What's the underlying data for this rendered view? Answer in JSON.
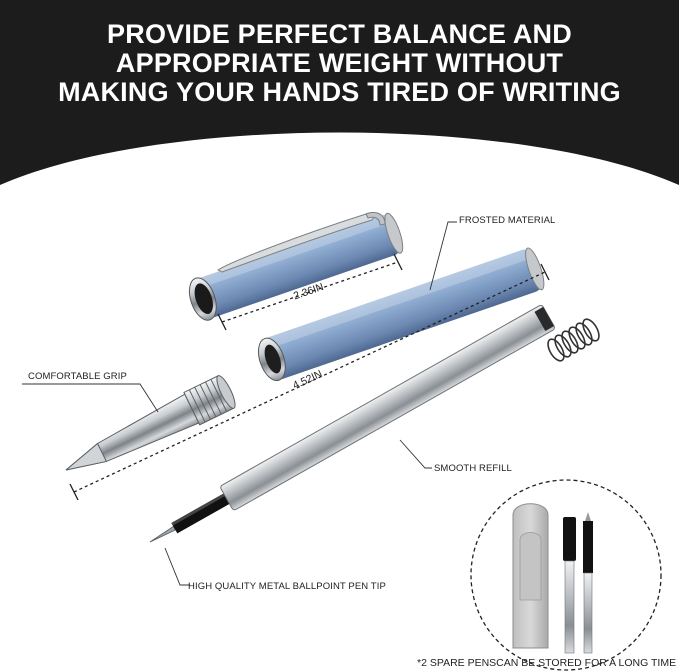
{
  "headline": {
    "line1": "PROVIDE PERFECT BALANCE AND",
    "line2": "APPROPRIATE WEIGHT WITHOUT",
    "line3": "MAKING YOUR HANDS TIRED OF WRITING"
  },
  "labels": {
    "frosted": "FROSTED MATERIAL",
    "grip": "COMFORTABLE GRIP",
    "refill": "SMOOTH REFILL",
    "tip": "HIGH QUALITY METAL BALLPOINT PEN TIP"
  },
  "dimensions": {
    "cap": "2.36IN",
    "barrel": "4.52IN"
  },
  "footnote": "*2 SPARE PENSCAN BE STORED FOR A LONG TIME",
  "colors": {
    "banner": "#1c1c1c",
    "pen_blue": "#7f9dc4",
    "chrome": "#b8bcc0"
  }
}
